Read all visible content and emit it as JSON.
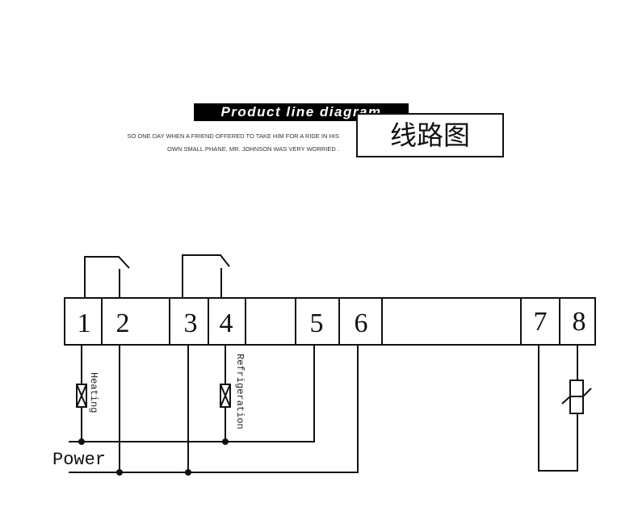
{
  "header": {
    "title": "Product line diagram",
    "title_cn": "线路图",
    "subtitle_line1": "SO ONE DAY WHEN A FRIEND OFFERED TO TAKE HIM FOR A RIDE IN HIS",
    "subtitle_line2": "OWN SMALL PHANE, MR. JOHNSON WAS VERY WORRIED ."
  },
  "diagram": {
    "terminals": [
      "1",
      "2",
      "3",
      "4",
      "5",
      "6",
      "7",
      "8"
    ],
    "labels": {
      "heating": "Heating",
      "refrigeration": "Refrigeration",
      "power": "Power"
    },
    "components": [
      "heating-load",
      "refrigeration-load",
      "relay-contact-1-2",
      "relay-contact-3-4",
      "temperature-sensor-7-8"
    ],
    "colors": {
      "line": "#111111",
      "background": "#ffffff",
      "title_bg": "#000000",
      "title_fg": "#ffffff"
    }
  }
}
